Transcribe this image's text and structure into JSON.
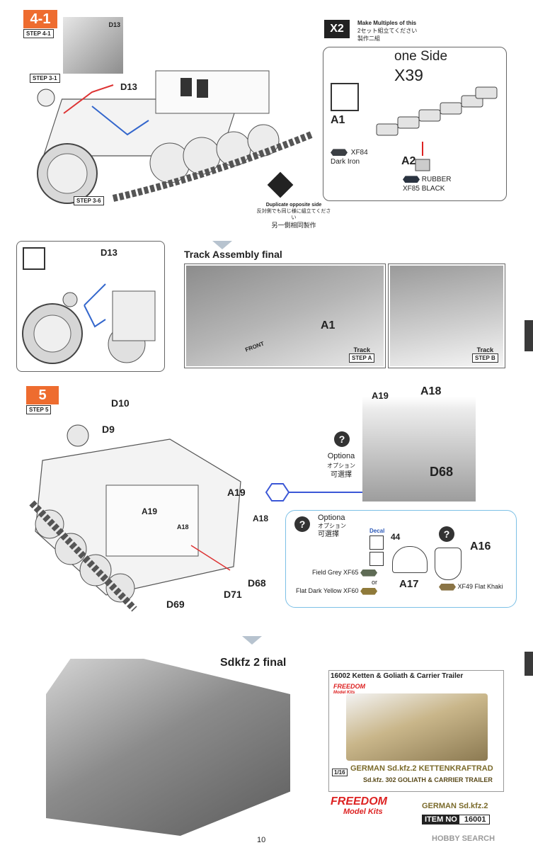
{
  "step41": {
    "number": "4-1",
    "sub": "STEP 4-1"
  },
  "step31": {
    "label": "STEP 3-1"
  },
  "step36": {
    "label": "STEP 3-6"
  },
  "parts_top": {
    "d13": "D13",
    "d13_inset": "D13"
  },
  "multiples": {
    "badge": "X2",
    "line1": "Make Multiples of this",
    "line2": "2セット組立てください",
    "line3": "製作二組"
  },
  "one_side": {
    "title": "one Side",
    "count": "X39",
    "a1": "A1",
    "a2": "A2",
    "xf84": "XF84",
    "dark_iron": "Dark Iron",
    "rubber": "RUBBER",
    "xf85": "XF85",
    "black": "BLACK"
  },
  "duplicate": {
    "line1": "Duplicate opposite side",
    "line2": "反対側でも同じ様に組立てください",
    "line3": "另一側相同製作"
  },
  "inset_left": {
    "d13": "D13"
  },
  "track_final": {
    "title": "Track Assembly final",
    "a1": "A1",
    "front": "FRONT",
    "track_a_label": "Track",
    "track_a_step": "STEP A",
    "track_b_label": "Track",
    "track_b_step": "STEP B"
  },
  "step5": {
    "number": "5",
    "sub": "STEP 5",
    "d10": "D10",
    "d9": "D9",
    "a19": "A19",
    "a19_b": "A19",
    "a18": "A18",
    "a18_b": "A18",
    "d68": "D68",
    "d69": "D69",
    "d71": "D71"
  },
  "optional_top": {
    "a19": "A19",
    "a18": "A18",
    "d68": "D68",
    "optiona": "Optiona",
    "jp": "オプション",
    "cn": "可選擇"
  },
  "optional_box": {
    "optiona": "Optiona",
    "jp": "オプション",
    "cn": "可選擇",
    "decal": "Decal",
    "decal_num": "44",
    "field_grey": "Field Grey",
    "xf65": "XF65",
    "or": "or",
    "flat_dark_yellow": "Flat Dark Yellow",
    "xf60": "XF60",
    "a17": "A17",
    "a16": "A16",
    "xf49": "XF49 Flat Khaki",
    "colors": {
      "field_grey": "#5e6b55",
      "dark_yellow": "#8f7a3a",
      "flat_khaki": "#8a7446",
      "dark_iron": "#3b3f44",
      "rubber_black": "#2a3340"
    }
  },
  "final": {
    "title": "Sdkfz 2 final"
  },
  "ad": {
    "title": "16002 Ketten & Goliath & Carrier Trailer",
    "brand_small": "FREEDOM",
    "brand_small_sub": "Model Kits",
    "scale": "1/16",
    "line_a1": "GERMAN",
    "line_a2": "Sd.kfz.2",
    "line_a3": "KETTENKRAFTRAD",
    "line_b1": "Sd.kfz. 302",
    "line_b2": "GOLIATH & CARRIER TRAILER"
  },
  "footer": {
    "brand": "FREEDOM",
    "brand_sub": "Model Kits",
    "product": "GERMAN Sd.kfz.2",
    "item_label": "ITEM NO",
    "item_no": "16001",
    "page": "10",
    "watermark": "HOBBY SEARCH"
  }
}
